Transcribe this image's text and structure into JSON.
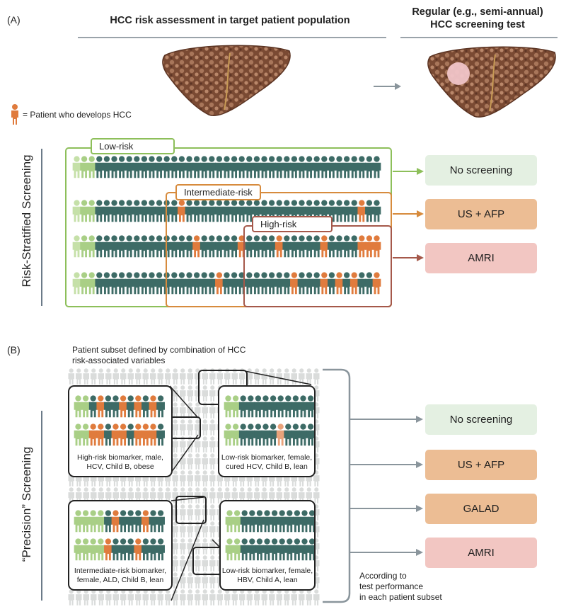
{
  "panel_a": {
    "label": "(A)",
    "header_left": "HCC risk assessment in target patient population",
    "header_right_line1": "Regular (e.g., semi-annual)",
    "header_right_line2": "HCC screening test",
    "legend_text": "= Patient who develops HCC",
    "side_label": "Risk-Stratified Screening",
    "tiers": {
      "low": "Low-risk",
      "intermediate": "Intermediate-risk",
      "high": "High-risk"
    },
    "outcomes": [
      "No screening",
      "US + AFP",
      "AMRI"
    ]
  },
  "panel_b": {
    "label": "(B)",
    "subset_caption_line1": "Patient subset defined by combination of HCC",
    "subset_caption_line2": "risk-associated variables",
    "side_label": "“Precision” Screening",
    "insets": [
      {
        "line1": "High-risk biomarker, male,",
        "line2": "HCV, Child B, obese"
      },
      {
        "line1": "Low-risk biomarker, female,",
        "line2": "cured HCV, Child B, lean"
      },
      {
        "line1": "Intermediate-risk biomarker,",
        "line2": "female, ALD, Child B, lean"
      },
      {
        "line1": "Low-risk biomarker, female,",
        "line2": "HBV, Child A, lean"
      }
    ],
    "outcomes": [
      "No screening",
      "US + AFP",
      "GALAD",
      "AMRI"
    ],
    "bracket_note_line1": "According to",
    "bracket_note_line2": "test performance",
    "bracket_note_line3": "in each patient subset"
  },
  "colors": {
    "dark_person": "#3d6b66",
    "light_green_person": "#a9cf86",
    "orange_person": "#e07b3d",
    "low_border": "#8dbf5a",
    "intermediate_border": "#d78b3d",
    "high_border": "#a5584a",
    "gray_arrow": "#8a959c"
  },
  "icons": [
    "person-icon",
    "liver-illustration",
    "liver-with-tumor-illustration",
    "arrow-right-icon"
  ]
}
